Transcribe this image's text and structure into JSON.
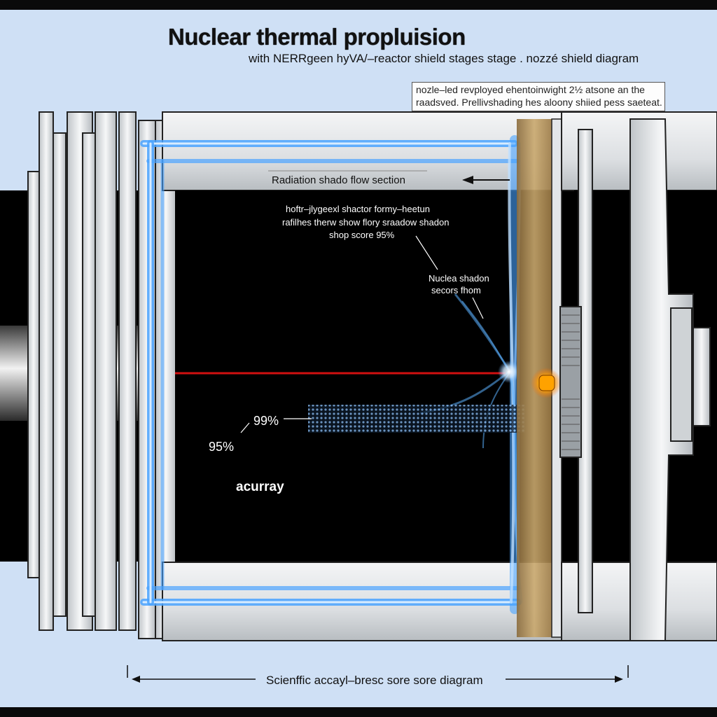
{
  "title": "Nuclear thermal propluision",
  "subtitle": "with  NERRgeen  hyVA/–reactor shield stages  stage  .   nozzé shield diagram",
  "note": {
    "line1": "nozle–led revployed ehentoinwight 2½ atsone an the",
    "line2": "raadsved.  Prellivshading hes aloony shiied pess saeteat."
  },
  "section_label": "Radiation shado flow section",
  "annotations": [
    "hoftr–jlygeexl shactor formy–heetun",
    "rafilhes therw show flory sraadow shadon",
    "shop score 95%",
    "Nuclea shadon",
    "secors fhom"
  ],
  "percent_top": "99%",
  "percent_mid": "95%",
  "accuracy_label": "acurray",
  "footer": "Scienffic accayl–bresc sore sore  diagram",
  "colors": {
    "background_light": "#cfe0f5",
    "shield_blue": "#4aa3ff",
    "beam_red": "#d01010",
    "metal": "#e9ecef",
    "panel_black": "#000000",
    "wood": "#b5945c"
  }
}
